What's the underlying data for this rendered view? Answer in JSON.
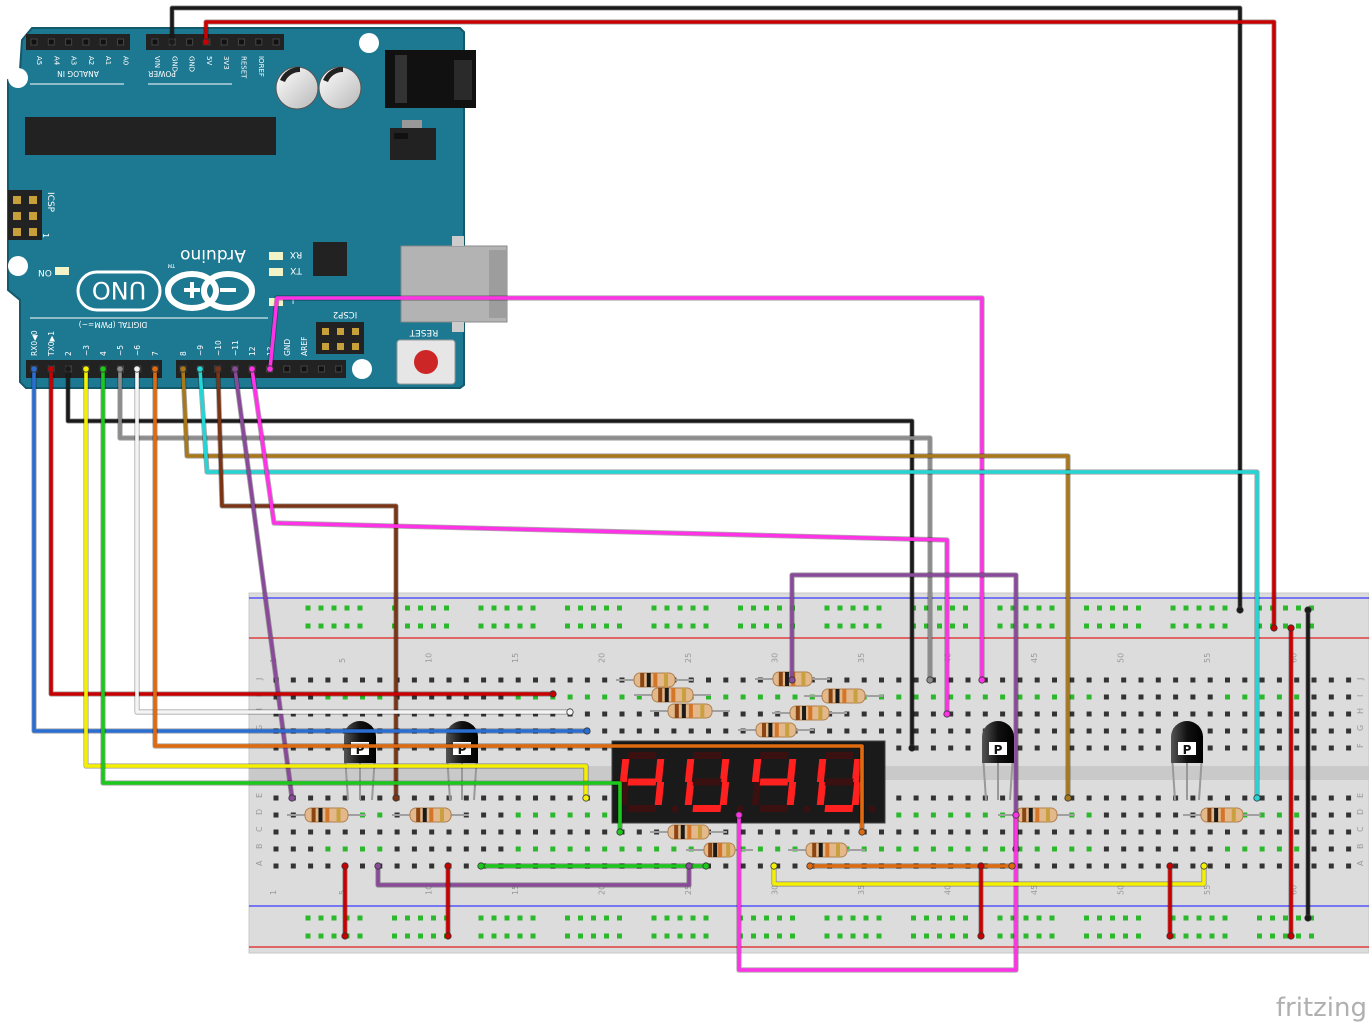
{
  "arduino": {
    "brand": "Arduino",
    "tm": "TM",
    "model": "UNO",
    "on_label": "ON",
    "rx_label": "RX",
    "tx_label": "TX",
    "l_label": "L",
    "reset_label": "RESET",
    "icsp_label": "ICSP",
    "icsp_pin1": "1",
    "icsp2_label": "ICSP2",
    "analog_in_label": "ANALOG IN",
    "power_label": "POWER",
    "digital_label": "DIGITAL (PWM=~)",
    "analog_pins": [
      "A5",
      "A4",
      "A3",
      "A2",
      "A1",
      "A0"
    ],
    "power_pins": [
      "VIN",
      "GND",
      "GND",
      "5V",
      "3V3",
      "RESET",
      "IOREF"
    ],
    "digital_pins": [
      "RX0◀0",
      "TX0▶1",
      "2",
      "~3",
      "4",
      "~5",
      "~6",
      "7",
      "8",
      "~9",
      "~10",
      "~11",
      "12",
      "13",
      "GND",
      "AREF"
    ]
  },
  "breadboard": {
    "column_numbers": [
      "1",
      "5",
      "10",
      "15",
      "20",
      "25",
      "30",
      "35",
      "40",
      "45",
      "50",
      "55",
      "60"
    ],
    "row_letters_top": [
      "J",
      "I",
      "H",
      "G",
      "F"
    ],
    "row_letters_bottom": [
      "E",
      "D",
      "C",
      "B",
      "A"
    ]
  },
  "transistor_label": "P",
  "display_digits": "4U4U",
  "watermark": "fritzing",
  "colors": {
    "board": "#1d7891",
    "breadboard": "#dcdcdc",
    "segment_on": "#ff2020",
    "segment_off": "#3a1010",
    "wire_black": "#1a1a1a",
    "wire_red": "#c80000",
    "wire_magenta": "#ff33e6",
    "wire_cyan": "#25d5d5",
    "wire_gray": "#8c8c8c",
    "wire_brown": "#7a3516",
    "wire_ochre": "#a8781a",
    "wire_purple": "#8a4a9a",
    "wire_blue": "#2a6ed4",
    "wire_yellow": "#f5f000",
    "wire_green": "#1dc81d",
    "wire_orange": "#e06a10",
    "wire_white": "#f4f4f4"
  },
  "icons": [
    "usb-port-icon",
    "dc-jack-icon",
    "capacitor-icon",
    "reset-button-icon",
    "chip-icon",
    "transistor-icon",
    "resistor-icon",
    "arduino-logo-icon"
  ]
}
